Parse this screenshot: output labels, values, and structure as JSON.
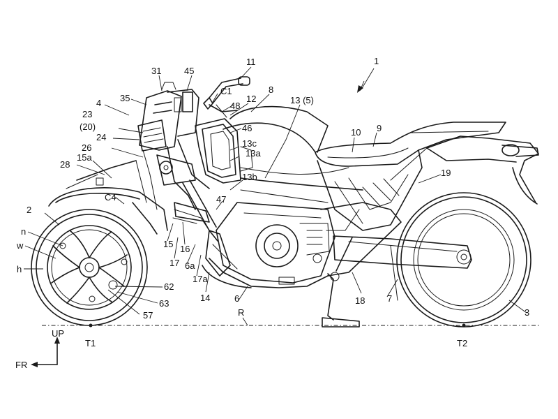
{
  "reference_labels": [
    {
      "id": "l1",
      "text": "1"
    },
    {
      "id": "l2",
      "text": "2"
    },
    {
      "id": "l3",
      "text": "3"
    },
    {
      "id": "l4",
      "text": "4"
    },
    {
      "id": "l6",
      "text": "6"
    },
    {
      "id": "l6a",
      "text": "6a"
    },
    {
      "id": "l7",
      "text": "7"
    },
    {
      "id": "l8",
      "text": "8"
    },
    {
      "id": "l9",
      "text": "9"
    },
    {
      "id": "l10",
      "text": "10"
    },
    {
      "id": "l11",
      "text": "11"
    },
    {
      "id": "l12",
      "text": "12"
    },
    {
      "id": "l13_5",
      "text": "13 (5)"
    },
    {
      "id": "l13a",
      "text": "13a"
    },
    {
      "id": "l13b",
      "text": "13b"
    },
    {
      "id": "l13c",
      "text": "13c"
    },
    {
      "id": "l14",
      "text": "14"
    },
    {
      "id": "l15",
      "text": "15"
    },
    {
      "id": "l15a",
      "text": "15a"
    },
    {
      "id": "l16",
      "text": "16"
    },
    {
      "id": "l17",
      "text": "17"
    },
    {
      "id": "l17a",
      "text": "17a"
    },
    {
      "id": "l18",
      "text": "18"
    },
    {
      "id": "l19",
      "text": "19"
    },
    {
      "id": "l20",
      "text": "(20)"
    },
    {
      "id": "l23",
      "text": "23"
    },
    {
      "id": "l24",
      "text": "24"
    },
    {
      "id": "l26",
      "text": "26"
    },
    {
      "id": "l28",
      "text": "28"
    },
    {
      "id": "l31",
      "text": "31"
    },
    {
      "id": "l35",
      "text": "35"
    },
    {
      "id": "l45",
      "text": "45"
    },
    {
      "id": "l46",
      "text": "46"
    },
    {
      "id": "l47",
      "text": "47"
    },
    {
      "id": "l48",
      "text": "48"
    },
    {
      "id": "l57",
      "text": "57"
    },
    {
      "id": "l62",
      "text": "62"
    },
    {
      "id": "l63",
      "text": "63"
    },
    {
      "id": "lC1",
      "text": "C1"
    },
    {
      "id": "lC4",
      "text": "C4"
    },
    {
      "id": "ln",
      "text": "n"
    },
    {
      "id": "lw",
      "text": "w"
    },
    {
      "id": "lh",
      "text": "h"
    },
    {
      "id": "lR",
      "text": "R"
    },
    {
      "id": "lT1",
      "text": "T1"
    },
    {
      "id": "lT2",
      "text": "T2"
    }
  ],
  "axis": {
    "up": "UP",
    "forward": "FR"
  }
}
